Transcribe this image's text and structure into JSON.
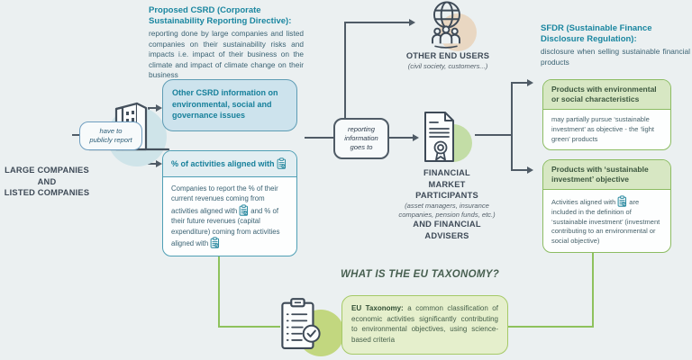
{
  "palette": {
    "background": "#ebf0f1",
    "teal_heading": "#1a86a0",
    "dark_line": "#4f5b66",
    "green_line": "#8ec25d",
    "blue_box_fill": "#cde3ed",
    "green_header_fill": "#d7e7c3",
    "taxonomy_box_fill": "#e5efcc"
  },
  "left": {
    "csrd_title": "Proposed CSRD (Corporate Sustainability Reporting Directive):",
    "csrd_body": "reporting done by large companies and listed companies on their sustainability risks and impacts i.e. impact of their business on the climate and impact of climate change on their business",
    "companies_label": "LARGE COMPANIES\nAND\nLISTED COMPANIES",
    "have_to_pill": "have to\npublicly report",
    "other_info_box": "Other CSRD information on environmental, social and governance issues",
    "activities_header": "% of activities aligned with",
    "activities_body_seg1": "Companies to report the % of their current revenues coming from activities aligned with",
    "activities_body_seg2": "and % of their future revenues (capital expenditure) coming from activities aligned with"
  },
  "middle": {
    "reporting_pill": "reporting\ninformation\ngoes to",
    "other_end_users_title": "OTHER END USERS",
    "other_end_users_subtitle": "(civil society, customers...)",
    "financial_title_1": "FINANCIAL\nMARKET\nPARTICIPANTS",
    "financial_subtitle": "(asset managers, insurance\ncompanies, pension funds, etc.)",
    "financial_title_2": "AND FINANCIAL\nADVISERS"
  },
  "right": {
    "sfdr_title": "SFDR (Sustainable Finance Disclosure Regulation):",
    "sfdr_body": "disclosure when selling sustainable financial products",
    "box1_header": "Products with environmental or social characteristics",
    "box1_body": "may partially pursue ‘sustainable investment’ as objective - the ‘light green’ products",
    "box2_header": "Products with ‘sustainable investment’ objective",
    "box2_body_seg1": "Activities aligned with",
    "box2_body_seg2": "are included in the definition of ‘sustainable investment’ (investment contributing to an environmental or social objective)"
  },
  "bottom": {
    "question": "WHAT IS THE EU TAXONOMY?",
    "taxonomy_bold": "EU Taxonomy:",
    "taxonomy_body": "a common classification of economic activities significantly contributing to environmental objectives, using science-based criteria"
  }
}
